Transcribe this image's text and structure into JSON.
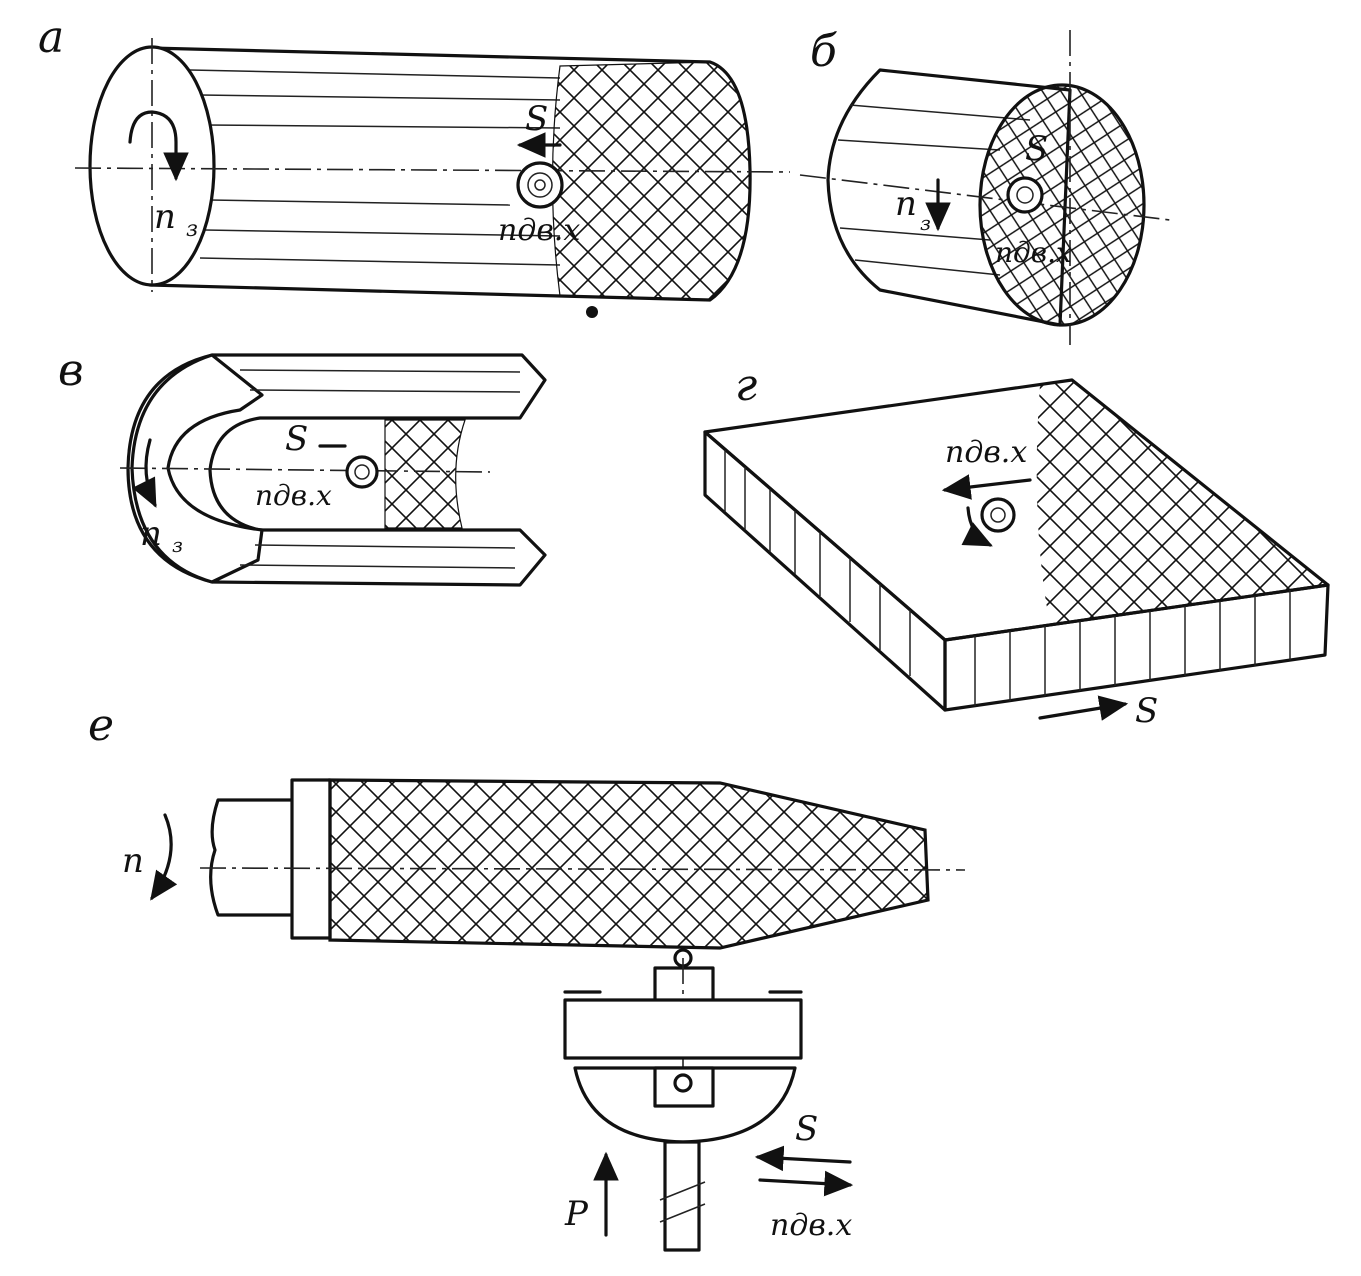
{
  "panels": {
    "a": {
      "label": "а",
      "feed": "S",
      "part_rotation": "n",
      "part_rotation_sub": "з",
      "tool_rotation": "nдв.х"
    },
    "b": {
      "label": "б",
      "feed": "S",
      "part_rotation": "n",
      "part_rotation_sub": "з",
      "tool_rotation": "nдв.х"
    },
    "v": {
      "label": "в",
      "feed": "S",
      "part_rotation": "n",
      "part_rotation_sub": "з",
      "tool_rotation": "nдв.х"
    },
    "g": {
      "label": "г",
      "feed": "S",
      "tool_rotation": "nдв.х"
    },
    "e": {
      "label": "е",
      "part_rotation": "n",
      "feed": "S",
      "tool_rotation": "nдв.х",
      "force": "P"
    }
  },
  "colors": {
    "ink": "#111111",
    "paper": "#ffffff"
  }
}
